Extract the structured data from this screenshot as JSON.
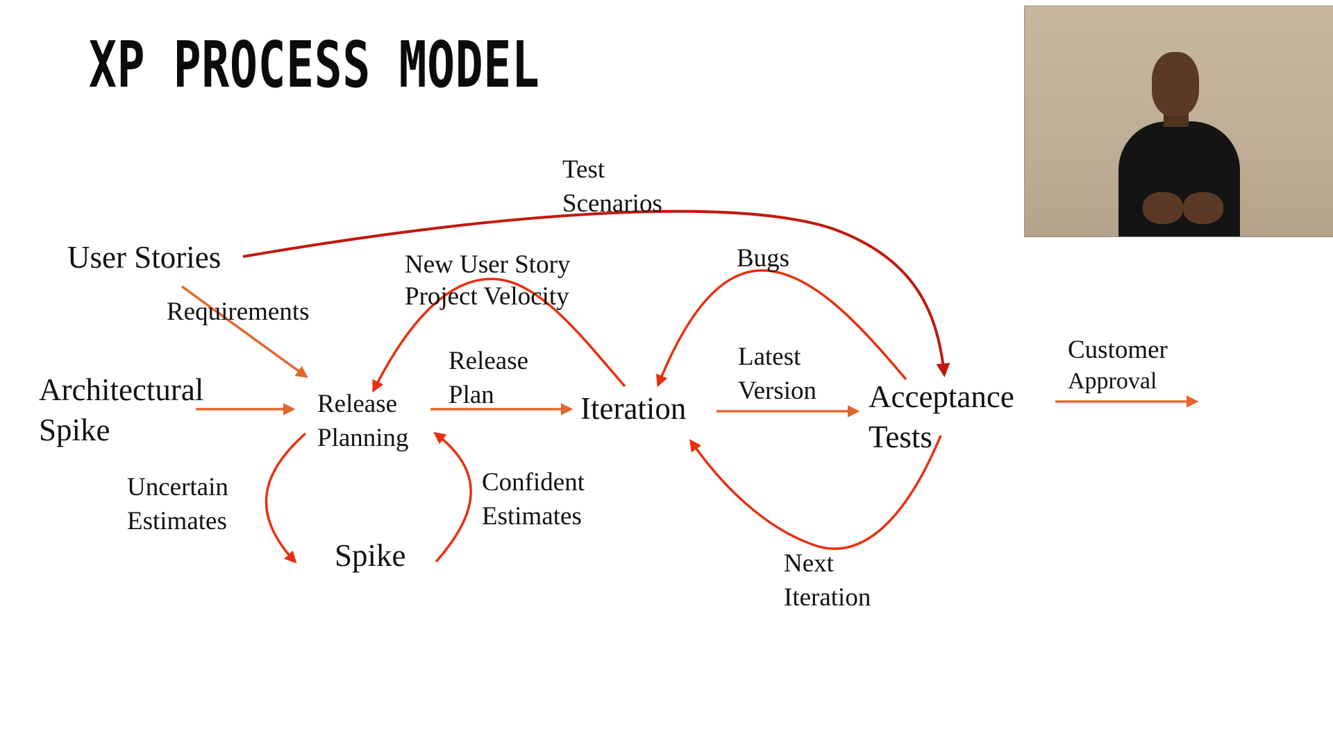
{
  "title": "XP PROCESS MODEL",
  "nodes": {
    "user_stories": "User Stories",
    "architectural_spike": [
      "Architectural",
      "Spike"
    ],
    "release_planning": [
      "Release",
      "Planning"
    ],
    "iteration": "Iteration",
    "acceptance_tests": [
      "Acceptance",
      "Tests"
    ],
    "spike": "Spike"
  },
  "edge_labels": {
    "test_scenarios": [
      "Test",
      "Scenarios"
    ],
    "requirements": "Requirements",
    "new_user_story": "New User Story",
    "project_velocity": "Project Velocity",
    "bugs": "Bugs",
    "release_plan": [
      "Release",
      "Plan"
    ],
    "latest_version": [
      "Latest",
      "Version"
    ],
    "customer_approval": [
      "Customer",
      "Approval"
    ],
    "uncertain_estimates": [
      "Uncertain",
      "Estimates"
    ],
    "confident_estimates": [
      "Confident",
      "Estimates"
    ],
    "next_iteration": [
      "Next",
      "Iteration"
    ]
  },
  "colors": {
    "arrow_red": "#e8300e",
    "arrow_orange": "#e2662d",
    "arrow_dark_red": "#c2180f"
  }
}
